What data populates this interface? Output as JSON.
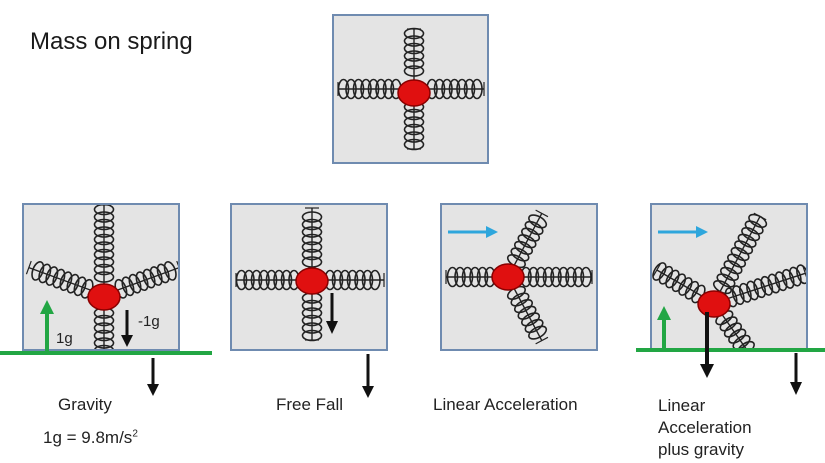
{
  "title": "Mass on spring",
  "labels": {
    "gravity": "Gravity",
    "gravity_eq_prefix": "1g = 9.8m/s",
    "gravity_eq_sup": "2",
    "free_fall": "Free Fall",
    "linear_acceleration": "Linear Acceleration",
    "linear_acc_gravity_1": "Linear",
    "linear_acc_gravity_2": "Acceleration",
    "linear_acc_gravity_3": "plus gravity",
    "up_1g": "1g",
    "down_minus_1g": "-1g"
  },
  "colors": {
    "mass": "#e01010",
    "panel_bg": "#e4e4e4",
    "panel_border": "#6f8bb0",
    "ground": "#22a644",
    "acceleration_arrow": "#2ea6dc",
    "arrow": "#111111",
    "spring": "#222222"
  }
}
